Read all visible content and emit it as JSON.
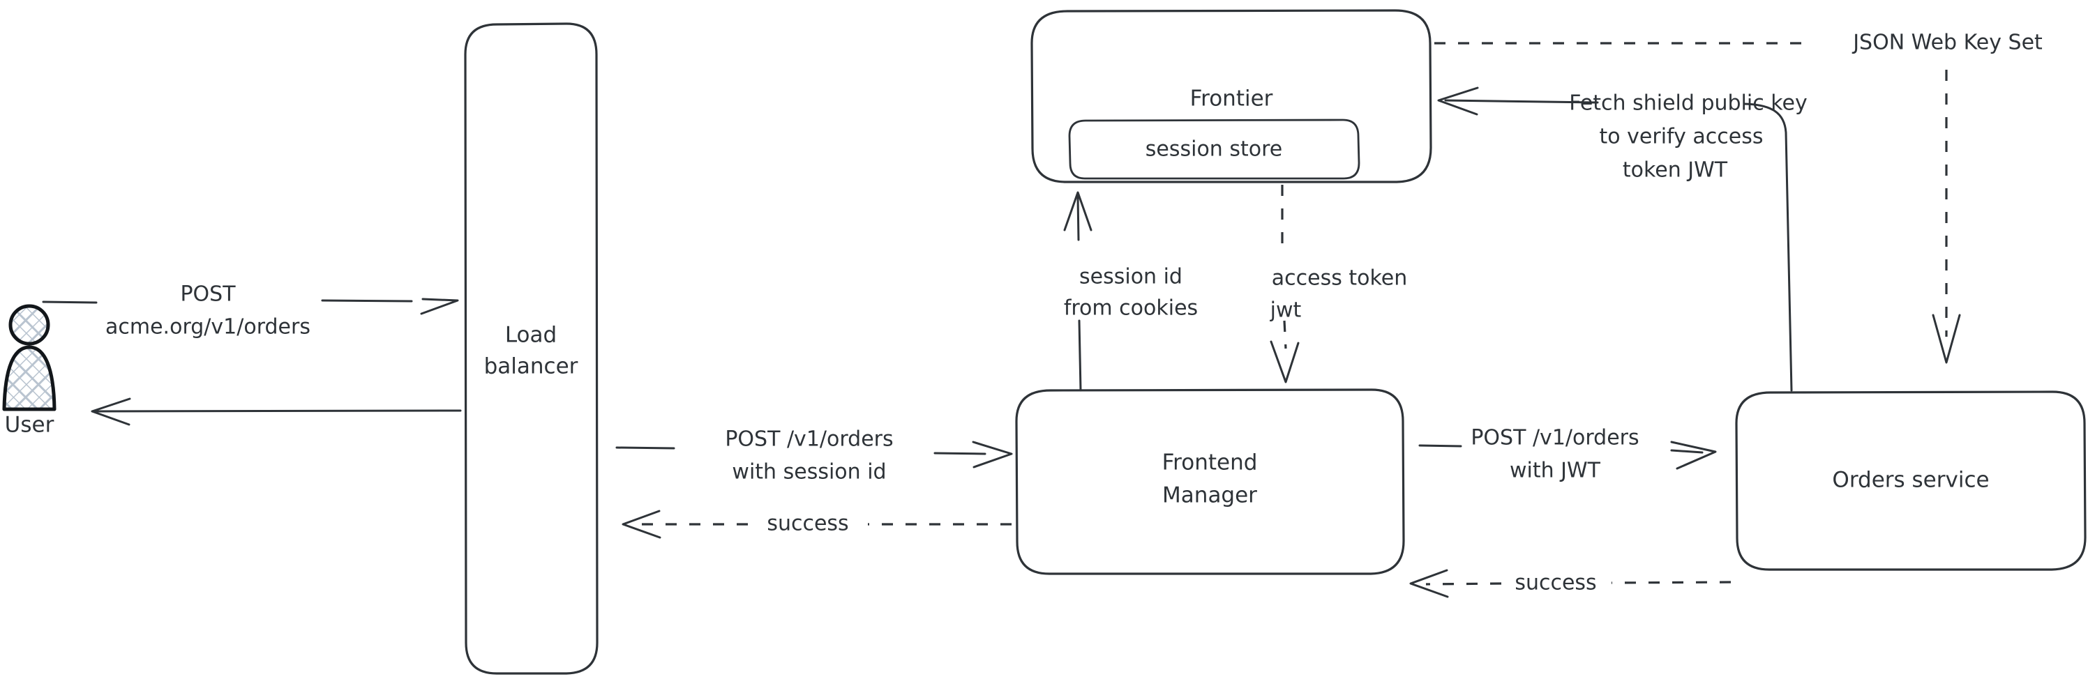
{
  "diagram": {
    "type": "architecture-flow",
    "style": "hand-drawn",
    "stroke_color": "#2e3338",
    "background_color": "#ffffff",
    "actor_fill_pattern": "cross-hatch",
    "actor_hatch_color": "#b9c4d0",
    "nodes": [
      {
        "id": "user",
        "label": "User",
        "shape": "actor"
      },
      {
        "id": "load-balancer",
        "label_line1": "Load",
        "label_line2": "balancer",
        "shape": "rounded-rect-tall"
      },
      {
        "id": "frontier",
        "label": "Frontier",
        "shape": "rounded-rect"
      },
      {
        "id": "session-store",
        "label": "session store",
        "shape": "rounded-rect-inner",
        "parent": "frontier"
      },
      {
        "id": "frontend-manager",
        "label_line1": "Frontend",
        "label_line2": "Manager",
        "shape": "rounded-rect"
      },
      {
        "id": "orders-service",
        "label": "Orders service",
        "shape": "rounded-rect"
      }
    ],
    "edges": [
      {
        "id": "user-to-lb",
        "from": "user",
        "to": "load-balancer",
        "style": "solid",
        "direction": "right",
        "label_line1": "POST",
        "label_line2": "acme.org/v1/orders"
      },
      {
        "id": "lb-to-user",
        "from": "load-balancer",
        "to": "user",
        "style": "solid",
        "direction": "left",
        "label": ""
      },
      {
        "id": "lb-to-fm",
        "from": "load-balancer",
        "to": "frontend-manager",
        "style": "solid",
        "direction": "right",
        "label_line1": "POST /v1/orders",
        "label_line2": "with session id"
      },
      {
        "id": "fm-to-lb",
        "from": "frontend-manager",
        "to": "load-balancer",
        "style": "dashed",
        "direction": "left",
        "label": "success"
      },
      {
        "id": "fm-to-frontier",
        "from": "frontend-manager",
        "to": "frontier",
        "style": "solid",
        "direction": "up",
        "label_line1": "session id",
        "label_line2": "from cookies"
      },
      {
        "id": "frontier-to-fm",
        "from": "frontier",
        "to": "frontend-manager",
        "style": "dashed",
        "direction": "down",
        "label_line1": "access token",
        "label_line2": "jwt"
      },
      {
        "id": "fm-to-orders",
        "from": "frontend-manager",
        "to": "orders-service",
        "style": "solid",
        "direction": "right",
        "label_line1": "POST /v1/orders",
        "label_line2": "with JWT"
      },
      {
        "id": "orders-to-fm",
        "from": "orders-service",
        "to": "frontend-manager",
        "style": "dashed",
        "direction": "left",
        "label": "success"
      },
      {
        "id": "orders-to-frontier",
        "from": "orders-service",
        "to": "frontier",
        "style": "solid",
        "direction": "left-curved",
        "label_line1": "Fetch shield public key",
        "label_line2": "to verify access",
        "label_line3": "token JWT"
      },
      {
        "id": "frontier-to-orders-jwks",
        "from": "frontier",
        "to": "orders-service",
        "style": "dashed",
        "direction": "right-down",
        "label": "JSON Web Key Set"
      }
    ]
  }
}
